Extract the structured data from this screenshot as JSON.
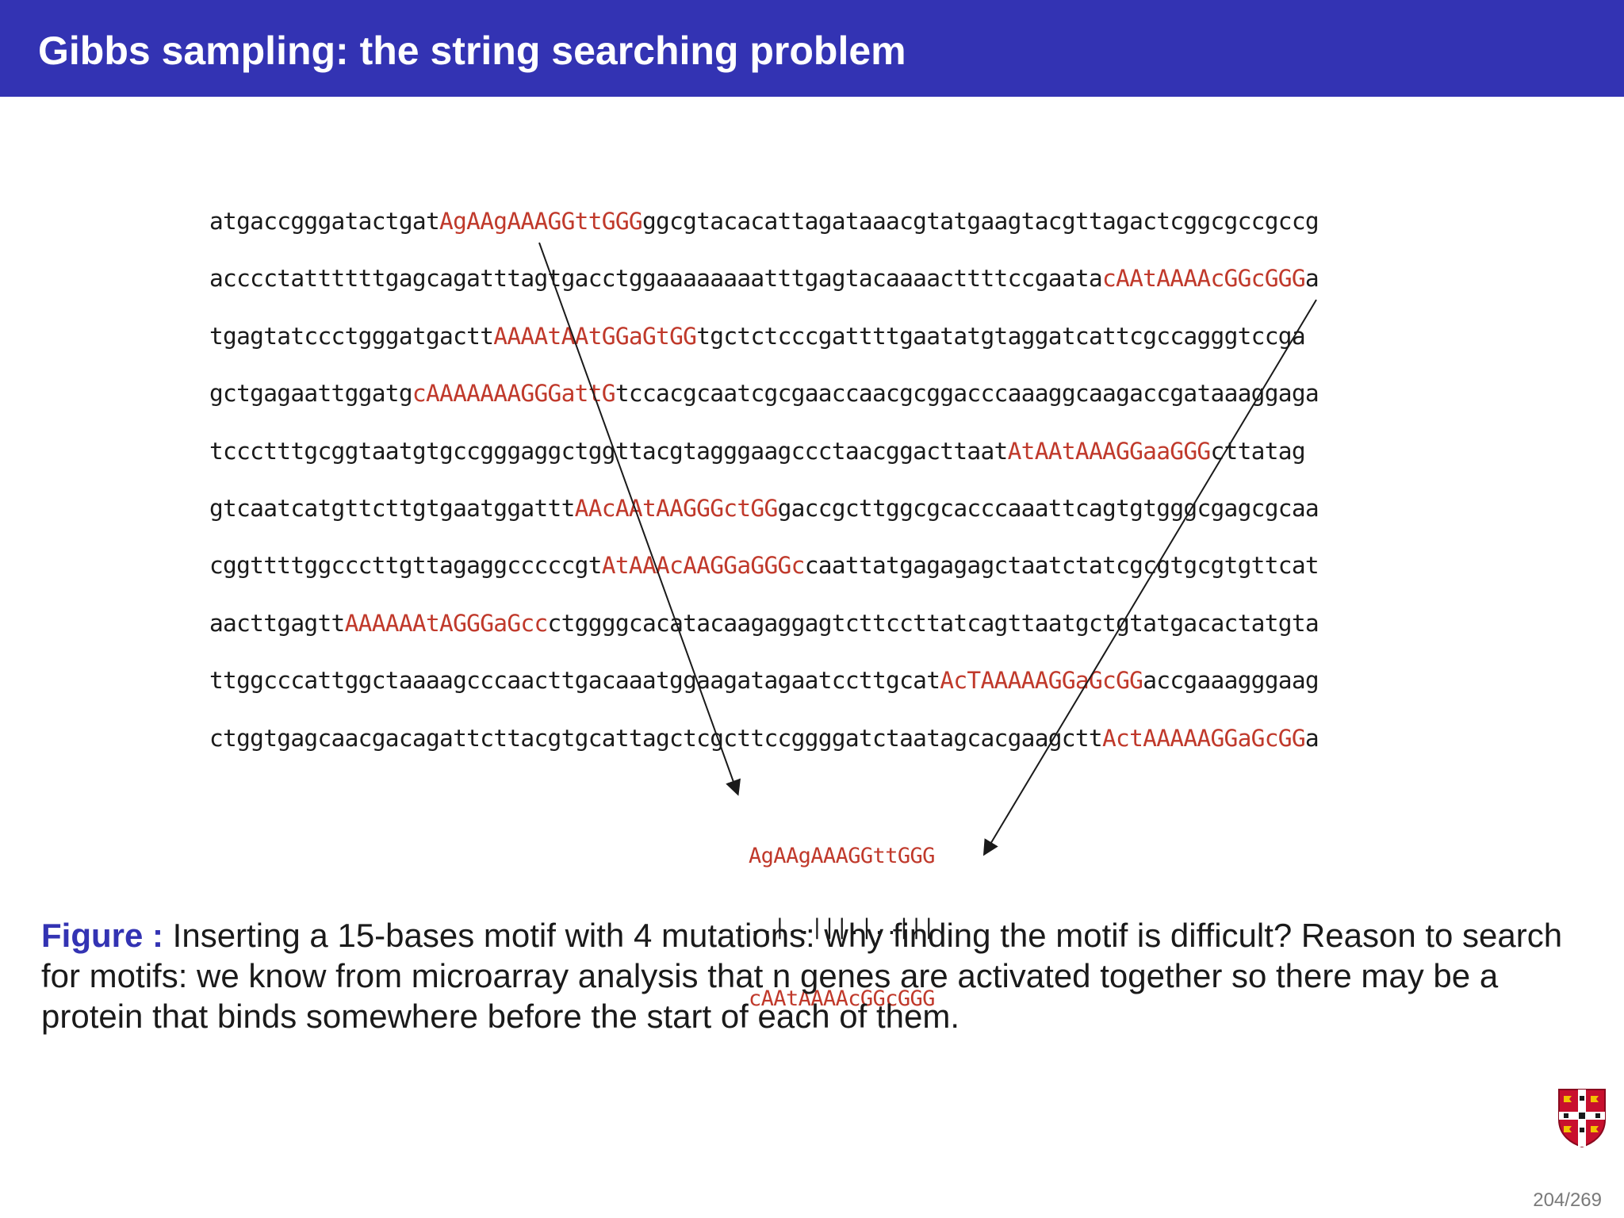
{
  "slide": {
    "title": "Gibbs sampling: the string searching problem",
    "page_current": "204",
    "page_separator": "/",
    "page_total": "269"
  },
  "figure": {
    "sequences": [
      {
        "pre": "atgaccgggatactgat",
        "motif": "AgAAgAAAGGttGGG",
        "post": "ggcgtacacattagataaacgtatgaagtacgttagactcggcgccgccg"
      },
      {
        "pre": "acccctattttttgagcagatttagtgacctggaaaaaaaatttgagtacaaaacttttccgaata",
        "motif": "cAAtAAAAcGGcGGG",
        "post": "a"
      },
      {
        "pre": "tgagtatccctgggatgactt",
        "motif": "AAAAtAAtGGaGtGG",
        "post": "tgctctcccgattttgaatatgtaggatcattcgccagggtccga"
      },
      {
        "pre": "gctgagaattggatg",
        "motif": "cAAAAAAAGGGattG",
        "post": "tccacgcaatcgcgaaccaacgcggacccaaaggcaagaccgataaaggaga"
      },
      {
        "pre": "tccctttgcggtaatgtgccgggaggctggttacgtagggaagccctaacggacttaat",
        "motif": "AtAAtAAAGGaaGGG",
        "post": "cttatag"
      },
      {
        "pre": "gtcaatcatgttcttgtgaatggattt",
        "motif": "AAcAAtAAGGGctGG",
        "post": "gaccgcttggcgcacccaaattcagtgtgggcgagcgcaa"
      },
      {
        "pre": "cggttttggcccttgttagaggcccccgt",
        "motif": "AtAAAcAAGGaGGGc",
        "post": "caattatgagagagctaatctatcgcgtgcgtgttcat"
      },
      {
        "pre": "aacttgagtt",
        "motif": "AAAAAAtAGGGaGcc",
        "post": "ctggggcacatacaagaggagtcttccttatcagttaatgctgtatgacactatgta"
      },
      {
        "pre": "ttggcccattggctaaaagcccaacttgacaaatggaagatagaatccttgcat",
        "motif": "AcTAAAAAGGaGcGG",
        "post": "accgaaagggaag"
      },
      {
        "pre": "ctggtgagcaacgacagattcttacgtgcattagctcgcttccggggatctaatagcacgaagctt",
        "motif": "ActAAAAAGGaGcGG",
        "post": "a"
      }
    ],
    "alignment": {
      "top": "AgAAgAAAGGttGGG",
      "match": "..|..|||.|..|||",
      "bottom": "cAAtAAAAcGGcGGG"
    },
    "colors": {
      "motif": "#c0392b",
      "title_bar": "#3333b3"
    }
  },
  "caption": {
    "label": "Figure :",
    "text": " Inserting a 15-bases motif with 4 mutations: why finding the motif is difficult? Reason to search for motifs: we know from microarray analysis that n genes are activated together so there may be a protein that binds somewhere before the start of each of them."
  },
  "logo": {
    "icon": "university-crest-icon"
  }
}
